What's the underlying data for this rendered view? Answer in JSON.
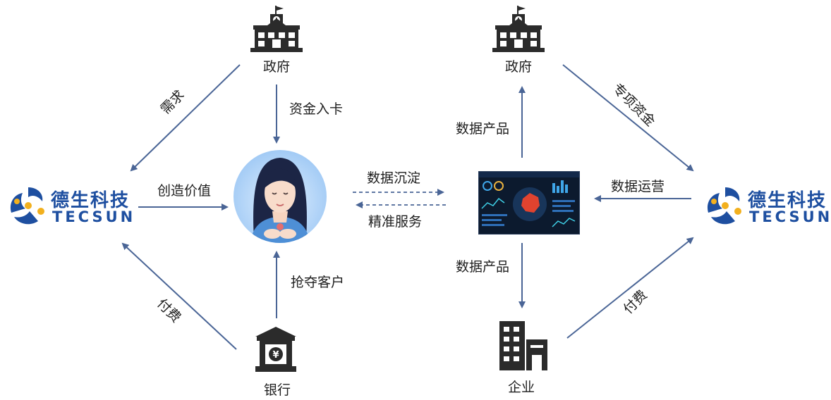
{
  "nodes": {
    "gov_left": "政府",
    "gov_right": "政府",
    "bank": "银行",
    "enterprise": "企业",
    "brand_left": {
      "cn": "德生科技",
      "en": "TECSUN"
    },
    "brand_right": {
      "cn": "德生科技",
      "en": "TECSUN"
    }
  },
  "edges": {
    "demand": "需求",
    "funds_to_card": "资金入卡",
    "create_value": "创造价值",
    "compete_customers": "抢夺客户",
    "pay_left": "付费",
    "data_deposit": "数据沉淀",
    "precise_service": "精准服务",
    "data_product_up": "数据产品",
    "data_product_down": "数据产品",
    "special_funds": "专项资金",
    "data_operation": "数据运营",
    "pay_right": "付费"
  },
  "colors": {
    "arrow": "#4a6596",
    "brand_blue": "#1e4fa0",
    "brand_yellow": "#f2b01e",
    "icon_dark": "#2b2b2b"
  },
  "icons": [
    "government-building-icon",
    "bank-icon",
    "enterprise-building-icon",
    "person-avatar-icon",
    "dashboard-screen-icon",
    "tecsun-logo-icon"
  ]
}
